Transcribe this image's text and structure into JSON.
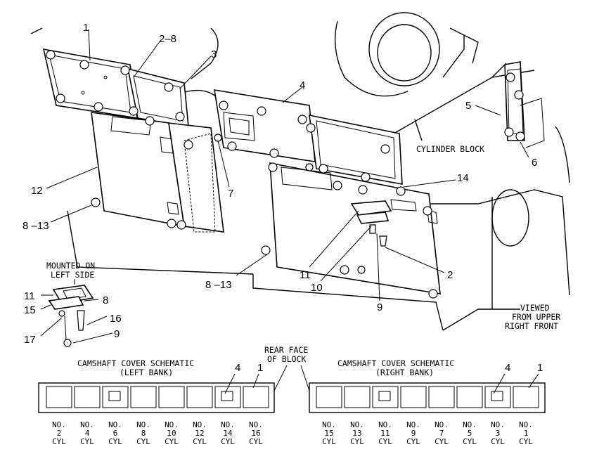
{
  "callouts": {
    "c1": "1",
    "c2_8": "2–8",
    "c3": "3",
    "c4": "4",
    "c5": "5",
    "c6": "6",
    "c7": "7",
    "c12": "12",
    "c8_13a": "8 –13",
    "c14": "14",
    "c11": "11",
    "c10": "10",
    "c9": "9",
    "c2": "2",
    "c8_13b": "8 –13"
  },
  "labels": {
    "cylinder_block": "CYLINDER BLOCK",
    "viewed_line1": "VIEWED",
    "viewed_line2": "FROM UPPER",
    "viewed_line3": "RIGHT FRONT"
  },
  "inset": {
    "title_line1": "MOUNTED ON",
    "title_line2": "LEFT SIDE",
    "c11": "11",
    "c15": "15",
    "c8": "8",
    "c16": "16",
    "c17": "17",
    "c9": "9"
  },
  "schematic": {
    "rear_face_line1": "REAR FACE",
    "rear_face_line2": "OF BLOCK",
    "left": {
      "title_line1": "CAMSHAFT COVER SCHEMATIC",
      "title_line2": "(LEFT BANK)",
      "c4": "4",
      "c1": "1",
      "cylinders": [
        {
          "no": "NO.",
          "num": "2",
          "cyl": "CYL"
        },
        {
          "no": "NO.",
          "num": "4",
          "cyl": "CYL"
        },
        {
          "no": "NO.",
          "num": "6",
          "cyl": "CYL"
        },
        {
          "no": "NO.",
          "num": "8",
          "cyl": "CYL"
        },
        {
          "no": "NO.",
          "num": "10",
          "cyl": "CYL"
        },
        {
          "no": "NO.",
          "num": "12",
          "cyl": "CYL"
        },
        {
          "no": "NO.",
          "num": "14",
          "cyl": "CYL"
        },
        {
          "no": "NO.",
          "num": "16",
          "cyl": "CYL"
        }
      ]
    },
    "right": {
      "title_line1": "CAMSHAFT COVER SCHEMATIC",
      "title_line2": "(RIGHT BANK)",
      "c4": "4",
      "c1": "1",
      "cylinders": [
        {
          "no": "NO.",
          "num": "15",
          "cyl": "CYL"
        },
        {
          "no": "NO.",
          "num": "13",
          "cyl": "CYL"
        },
        {
          "no": "NO.",
          "num": "11",
          "cyl": "CYL"
        },
        {
          "no": "NO.",
          "num": "9",
          "cyl": "CYL"
        },
        {
          "no": "NO.",
          "num": "7",
          "cyl": "CYL"
        },
        {
          "no": "NO.",
          "num": "5",
          "cyl": "CYL"
        },
        {
          "no": "NO.",
          "num": "3",
          "cyl": "CYL"
        },
        {
          "no": "NO.",
          "num": "1",
          "cyl": "CYL"
        }
      ]
    }
  }
}
